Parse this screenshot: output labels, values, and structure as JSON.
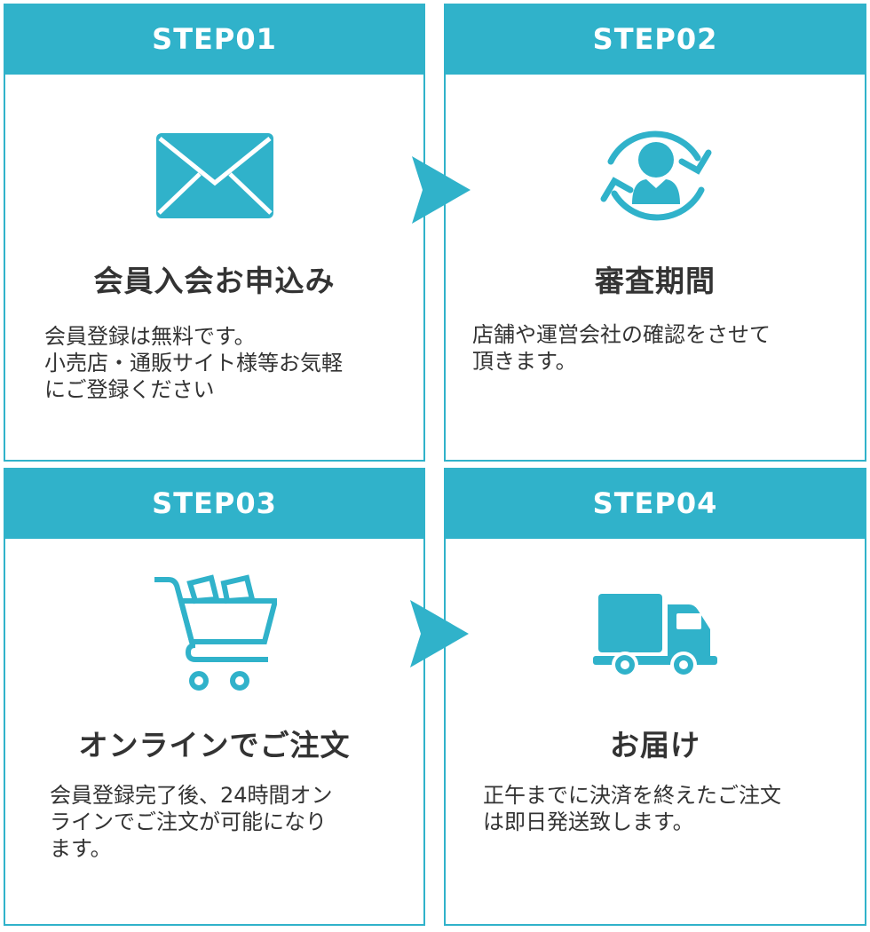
{
  "accent_color": "#30b2ca",
  "steps": [
    {
      "label": "STEP01",
      "icon": "envelope-icon",
      "title": "会員入会お申込み",
      "description": "会員登録は無料です。\n小売店・通販サイト様等お気軽\nにご登録ください"
    },
    {
      "label": "STEP02",
      "icon": "user-review-cycle-icon",
      "title": "審査期間",
      "description": "店舗や運営会社の確認をさせて\n頂きます。"
    },
    {
      "label": "STEP03",
      "icon": "shopping-cart-icon",
      "title": "オンラインでご注文",
      "description": "会員登録完了後、24時間オン\nラインでご注文が可能になり\nます。"
    },
    {
      "label": "STEP04",
      "icon": "delivery-truck-icon",
      "title": "お届け",
      "description": "正午までに決済を終えたご注文\nは即日発送致します。"
    }
  ]
}
